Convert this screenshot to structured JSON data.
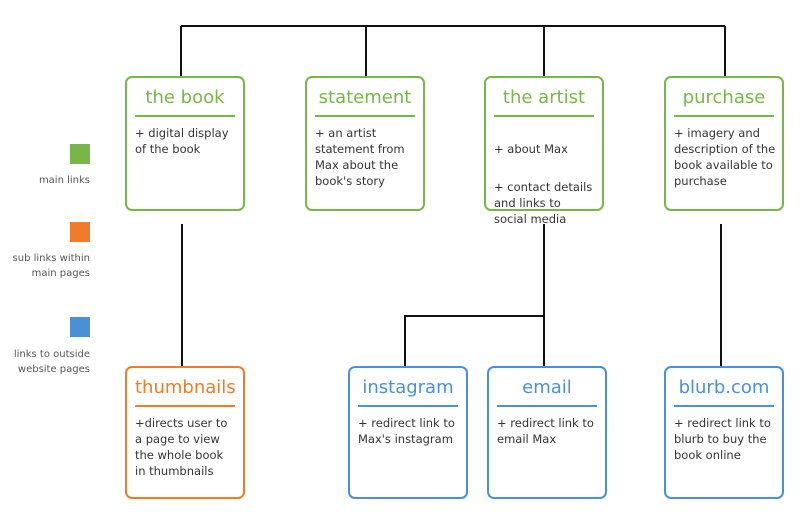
{
  "legend": [
    {
      "label": "main links",
      "color": "#77b649"
    },
    {
      "label": "sub links within\nmain pages",
      "color": "#f07b2a"
    },
    {
      "label": "links to outside\nwebsite pages",
      "color": "#4a90d9"
    }
  ],
  "main_nodes": [
    {
      "title": "the book",
      "desc": [
        "+ digital display\nof the book"
      ]
    },
    {
      "title": "statement",
      "desc": [
        "+ an artist\nstatement from\nMax about the\nbook's story"
      ]
    },
    {
      "title": "the artist",
      "desc": [
        "+ about Max",
        "+ contact details\nand links to\nsocial media"
      ]
    },
    {
      "title": "purchase",
      "desc": [
        "+ imagery and\ndescription of the\nbook available to\npurchase"
      ]
    }
  ],
  "sub_nodes": [
    {
      "title": "thumbnails",
      "desc": [
        "+directs user to\na page to view\nthe whole book\nin thumbnails"
      ]
    }
  ],
  "external_nodes": [
    {
      "title": "instagram",
      "desc": [
        "+ redirect link to\nMax's instagram"
      ]
    },
    {
      "title": "email",
      "desc": [
        "+ redirect link to\nemail Max"
      ]
    },
    {
      "title": "blurb.com",
      "desc": [
        "+ redirect link to\nblurb to buy the\nbook online"
      ]
    }
  ]
}
